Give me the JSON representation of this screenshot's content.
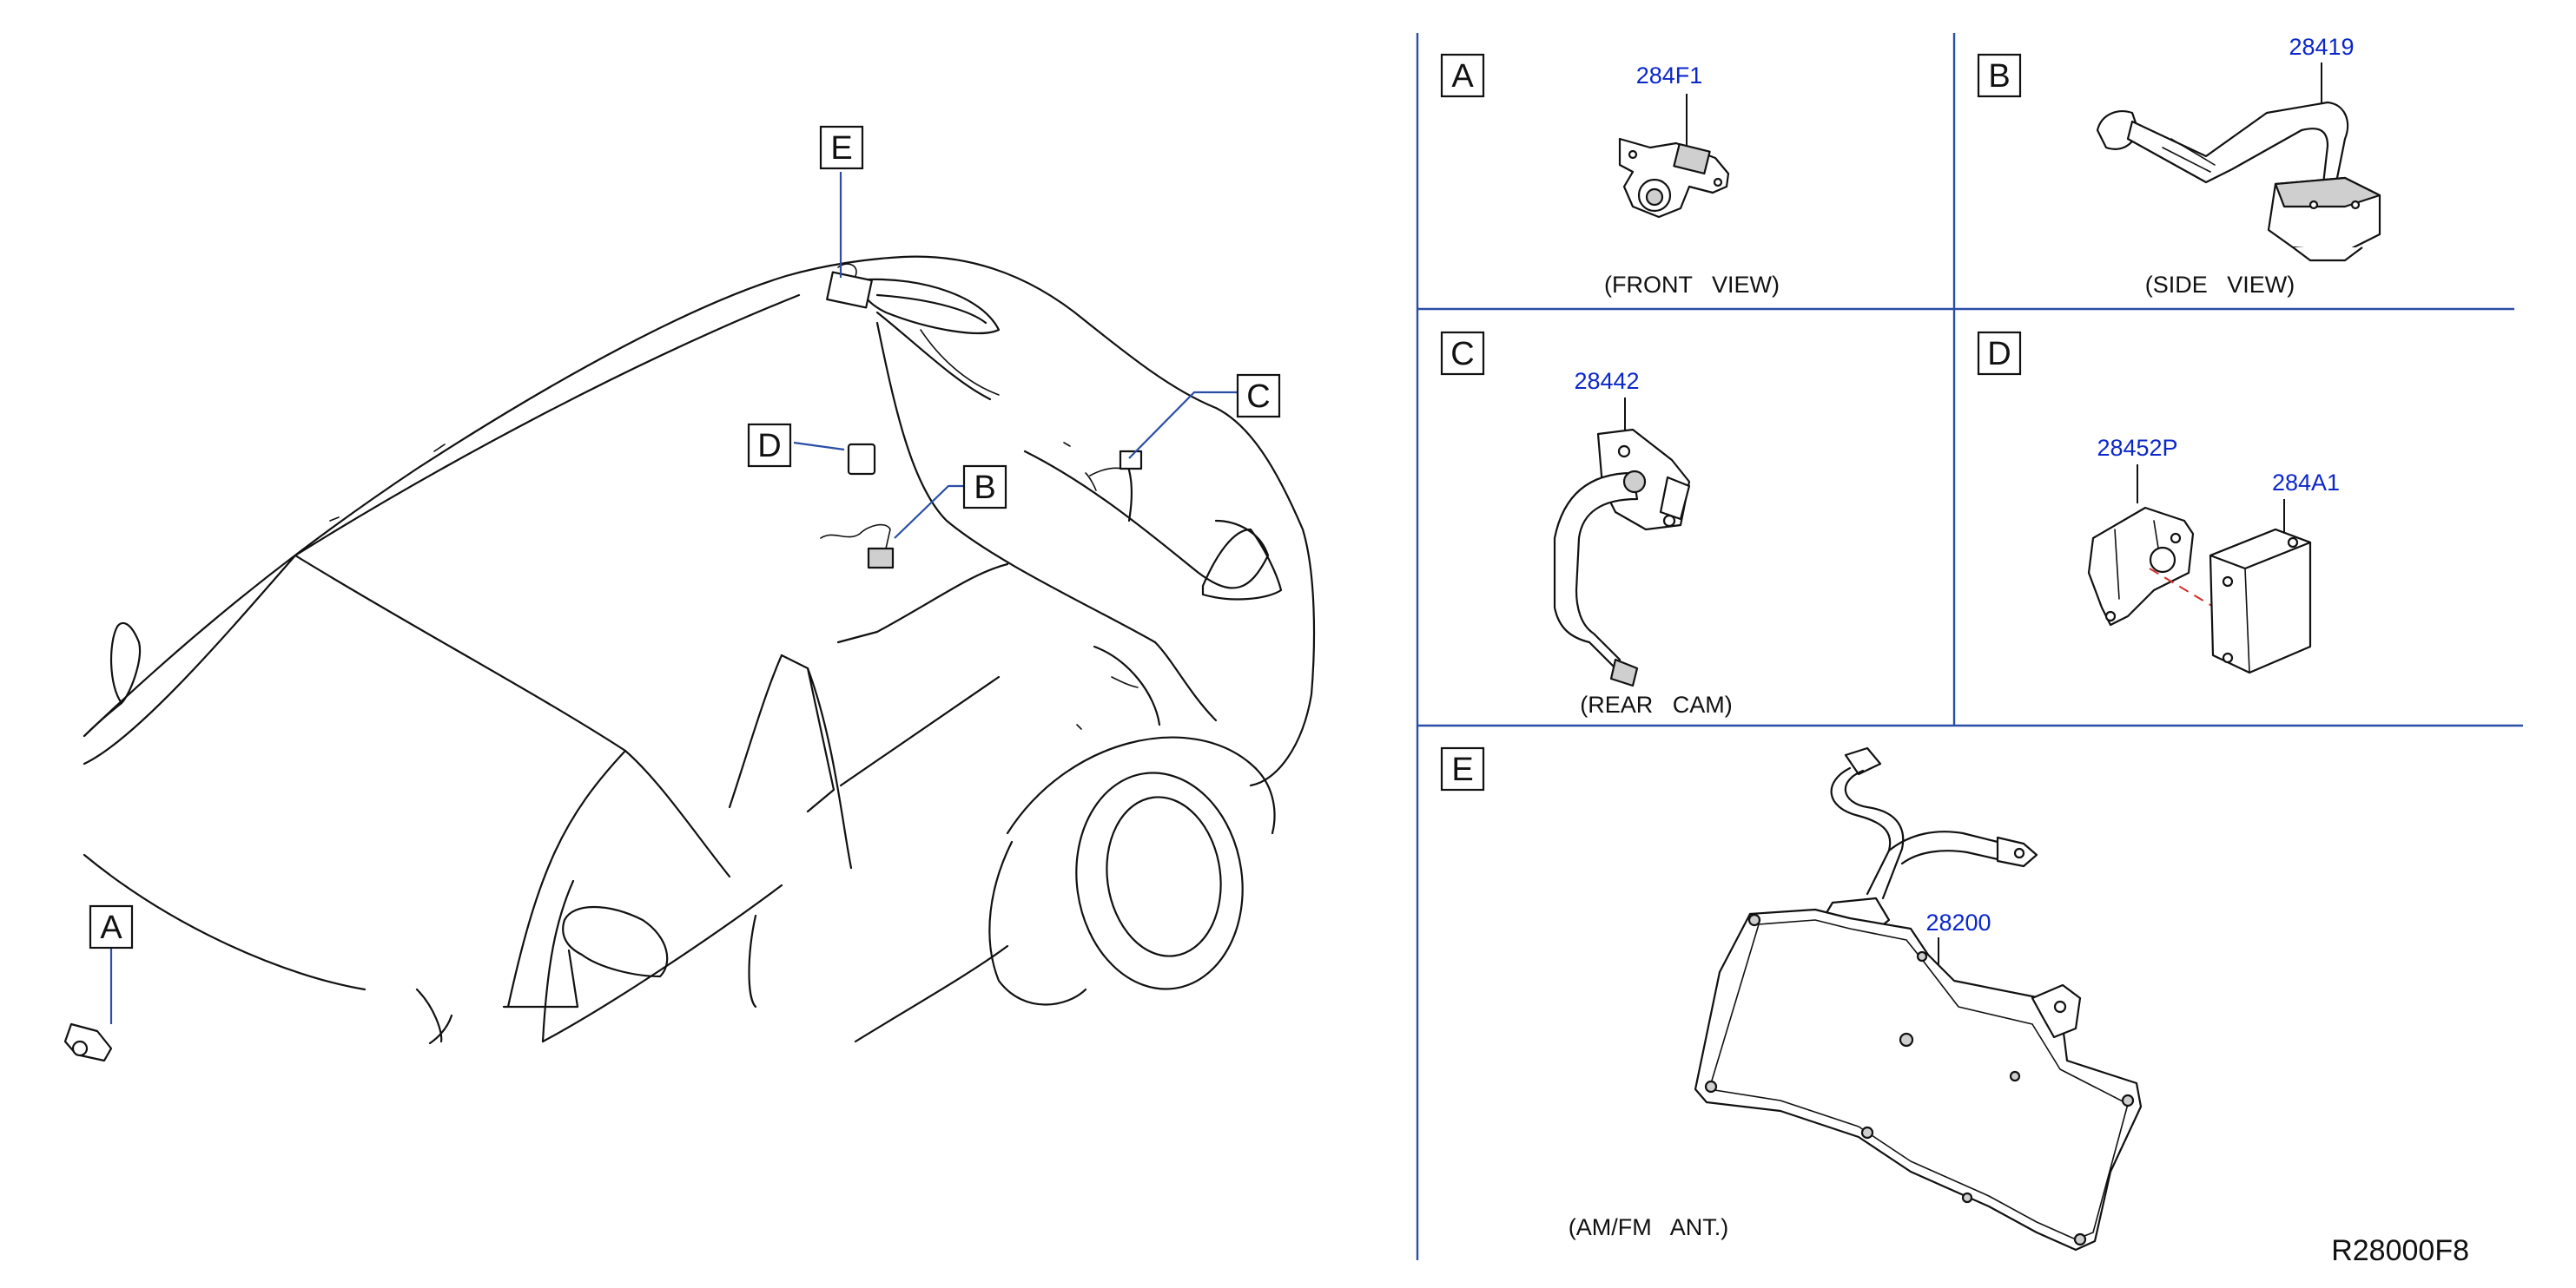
{
  "diagram": {
    "reference_code": "R28000F8",
    "overview_callouts": [
      "A",
      "B",
      "C",
      "D",
      "E"
    ],
    "panels": [
      {
        "letter": "A",
        "parts": [
          "284F1"
        ],
        "caption": "(FRONT   VIEW)"
      },
      {
        "letter": "B",
        "parts": [
          "28419"
        ],
        "caption": "(SIDE   VIEW)"
      },
      {
        "letter": "C",
        "parts": [
          "28442"
        ],
        "caption": "(REAR   CAM)"
      },
      {
        "letter": "D",
        "parts": [
          "28452P",
          "284A1"
        ],
        "caption": ""
      },
      {
        "letter": "E",
        "parts": [
          "28200"
        ],
        "caption": "(AM/FM   ANT.)"
      }
    ]
  }
}
